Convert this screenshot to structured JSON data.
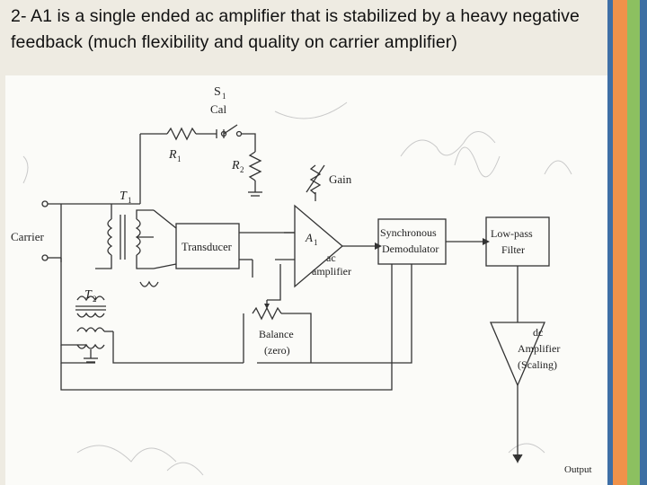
{
  "slide": {
    "title": "2- A1 is a single ended  ac amplifier that is stabilized by a heavy negative feedback (much flexibility and quality on carrier amplifier)"
  },
  "diagram": {
    "labels": {
      "s1": "S",
      "s1_sub": "1",
      "cal": "Cal",
      "r1": "R",
      "r1_sub": "1",
      "r2": "R",
      "r2_sub": "2",
      "gain": "Gain",
      "t1": "T",
      "t1_sub": "1",
      "t2": "T",
      "t2_sub": "2",
      "carrier": "Carrier",
      "transducer": "Transducer",
      "a1": "A",
      "a1_sub": "1",
      "ac": "ac",
      "amplifier": "amplifier",
      "sync1": "Synchronous",
      "sync2": "Demodulator",
      "lowpass1": "Low-pass",
      "lowpass2": "Filter",
      "balance1": "Balance",
      "balance2": "(zero)",
      "dc1": "dc",
      "dc2": "Amplifier",
      "dc3": "(Scaling)",
      "output": "Output"
    }
  },
  "theme": {
    "bars": [
      "#3f6fa6",
      "#f0924a",
      "#8cc060",
      "#3d6fa3"
    ]
  }
}
